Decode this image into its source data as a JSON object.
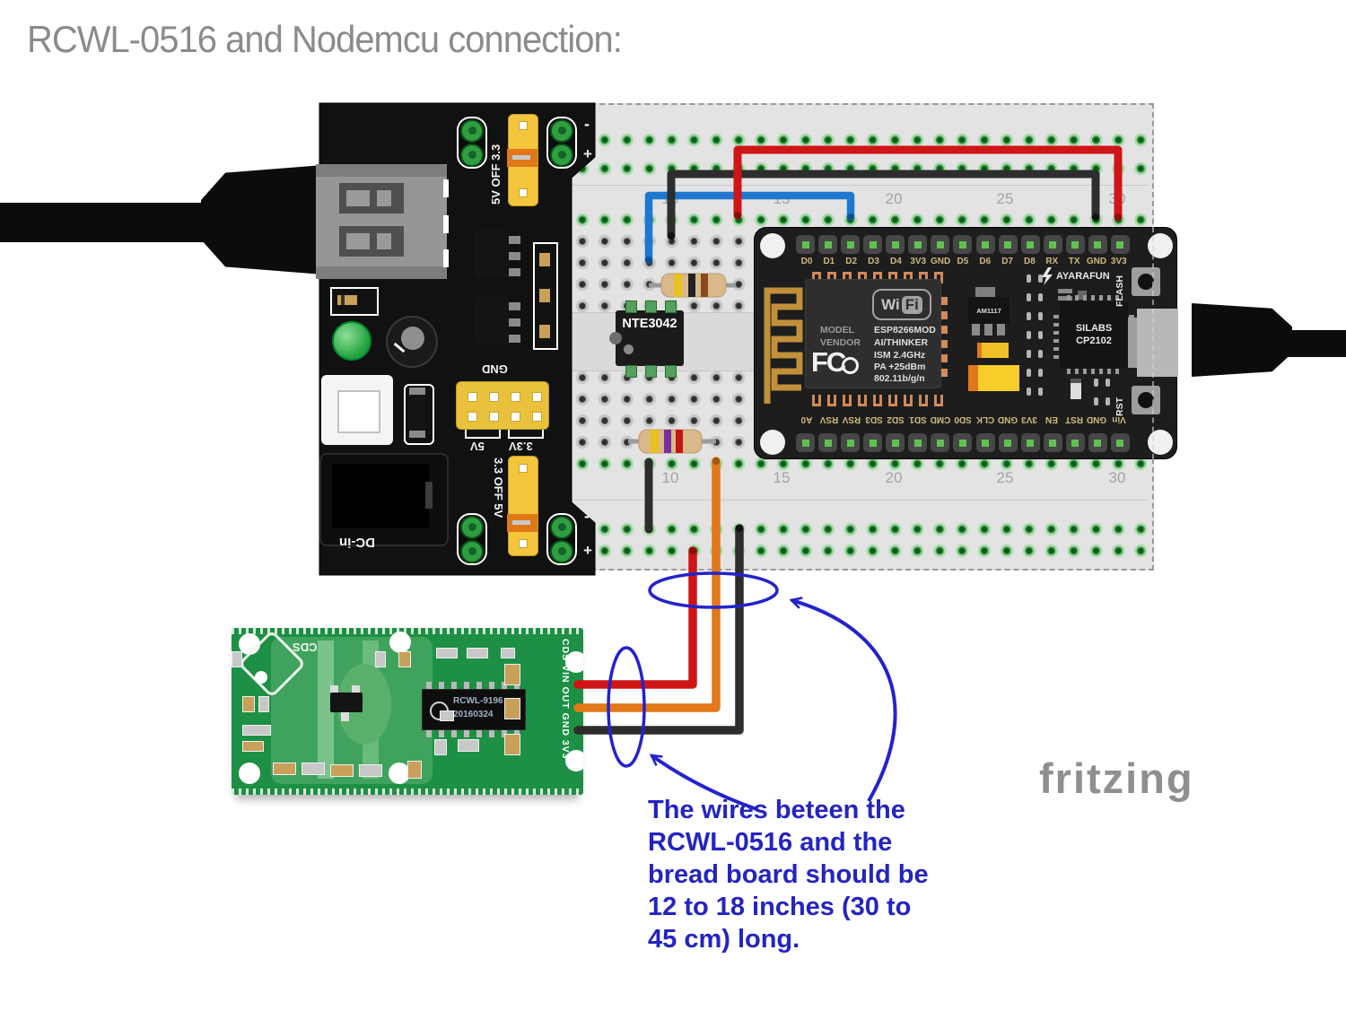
{
  "title": "RCWL-0516 and Nodemcu connection:",
  "logo": "fritzing",
  "breadboard": {
    "numbers_top": [
      "10",
      "15",
      "20",
      "25",
      "30"
    ],
    "numbers_bottom": [
      "10",
      "15",
      "20",
      "25",
      "30"
    ]
  },
  "power_module": {
    "jumper_top_label": "5V OFF 3.3",
    "jumper_bottom_label": "3.3 OFF 5V",
    "minus": "-",
    "plus": "+",
    "gnd": "GND",
    "v5": "5V",
    "v33": "3.3V",
    "dc_in": "DC-in"
  },
  "nodemcu": {
    "pins_top": [
      "D0",
      "D1",
      "D2",
      "D3",
      "D4",
      "3V3",
      "GND",
      "D5",
      "D6",
      "D7",
      "D8",
      "RX",
      "TX",
      "GND",
      "3V3"
    ],
    "pins_bottom": [
      "A0",
      "RSV",
      "RSV",
      "SD3",
      "SD2",
      "SD1",
      "CMD",
      "SD0",
      "CLK",
      "GND",
      "3V3",
      "EN",
      "RST",
      "GND",
      "Vin"
    ],
    "esp": {
      "model": "MODEL",
      "vendor": "VENDOR",
      "wi": "Wi",
      "fi": "Fi",
      "name": "ESP8266MOD",
      "maker": "AI/THINKER",
      "ism": "ISM 2.4GHz",
      "pa": "PA +25dBm",
      "wifi_std": "802.11b/g/n",
      "fcc": "FC"
    },
    "regulator": "AM1117",
    "badge": "AYARAFUN",
    "bolt_icon": "lightning-bolt",
    "usb_chip": {
      "brand": "SILABS",
      "model": "CP2102"
    },
    "flash": "FLASH",
    "reset": "RST"
  },
  "breadboard_chip": {
    "label": "NTE3042"
  },
  "rcwl": {
    "cds": "CDS",
    "ic": {
      "line1": "RCWL-9196",
      "line2": "20160324"
    },
    "edge_pins": "CDS VIN OUT GND 3V3"
  },
  "annotation": {
    "line1": "The wires beteen the",
    "line2": "RCWL-0516 and the",
    "line3": "bread board should be",
    "line4": "12 to 18 inches (30 to",
    "line5": "45 cm) long."
  },
  "colors": {
    "wire_red": "#cf1515",
    "wire_black": "#2d2d2d",
    "wire_blue": "#1f77d0",
    "wire_orange": "#e2781a",
    "annotation_blue": "#2323cc",
    "resistor_body": "#d9b98a"
  }
}
